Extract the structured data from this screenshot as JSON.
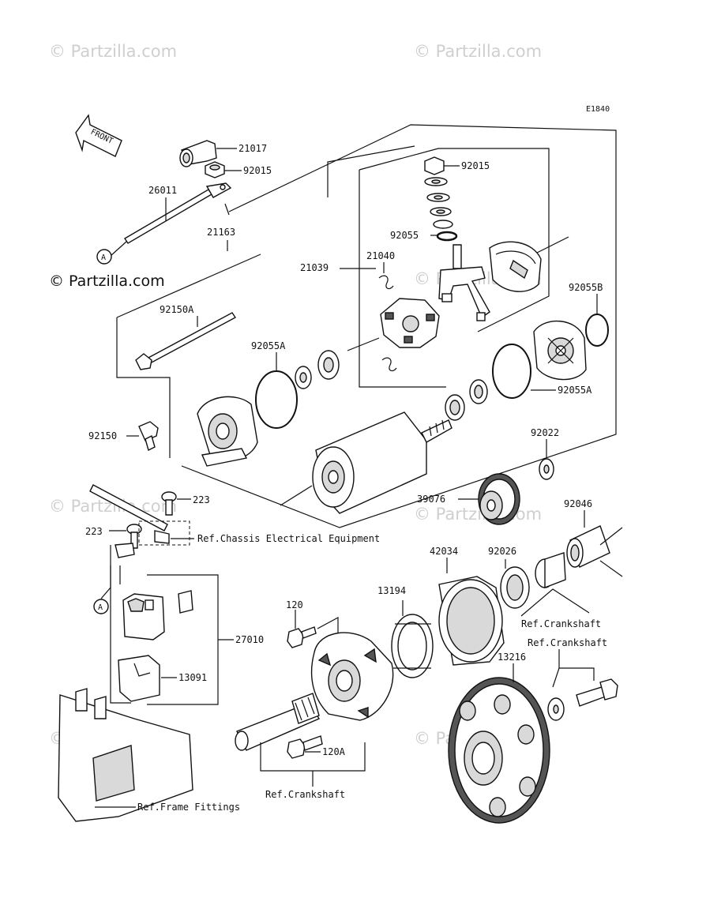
{
  "watermark": {
    "text": "© Partzilla.com",
    "prominent_text": "© Partzilla.com"
  },
  "diagram_code": "E1840",
  "front_label": "FRONT",
  "ref_letter": "A",
  "part_labels": {
    "p21017": "21017",
    "p92015a": "92015",
    "p26011": "26011",
    "p21163": "21163",
    "p92015b": "92015",
    "p92055": "92055",
    "p21039": "21039",
    "p21040": "21040",
    "p92055b": "92055B",
    "p92150a": "92150A",
    "p92055a_left": "92055A",
    "p92055a_right": "92055A",
    "p92150": "92150",
    "p92022": "92022",
    "p39076": "39076",
    "p223a": "223",
    "p223b": "223",
    "p92046": "92046",
    "p42034": "42034",
    "p92026": "92026",
    "p13194": "13194",
    "p120": "120",
    "p27010": "27010",
    "p13091": "13091",
    "p13216": "13216",
    "p120a": "120A"
  },
  "references": {
    "chassis": "Ref.Chassis Electrical Equipment",
    "crank1": "Ref.Crankshaft",
    "crank2": "Ref.Crankshaft",
    "crank3": "Ref.Crankshaft",
    "frame": "Ref.Frame Fittings"
  }
}
